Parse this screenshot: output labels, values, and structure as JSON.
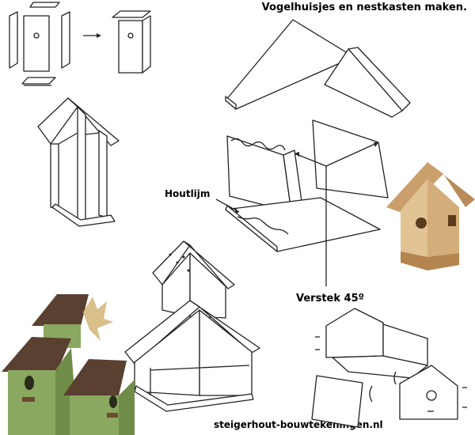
{
  "title": "Vogelhuisjes en nestkasten maken.",
  "labels": {
    "glue": "Houtlijm",
    "miter": "Verstek 45º"
  },
  "footer": "steigerhout-bouwtekeningen.nl",
  "colors": {
    "ink": "#222222",
    "pine_wood": "#d9b98a",
    "green_paint": "#8aa860",
    "brown_roof": "#5a4030"
  }
}
